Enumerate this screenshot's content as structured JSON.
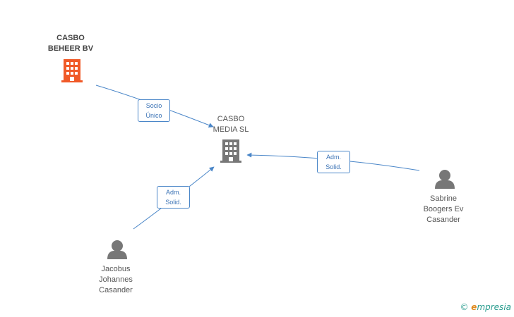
{
  "nodes": {
    "casbo_beheer": {
      "lines": [
        "CASBO",
        "BEHEER BV"
      ],
      "icon": "building-icon",
      "color": "#f05a28"
    },
    "casbo_media": {
      "lines": [
        "CASBO",
        "MEDIA SL"
      ],
      "icon": "building-icon",
      "color": "#777777"
    },
    "sabrine": {
      "lines": [
        "Sabrine",
        "Boogers Ev",
        "Casander"
      ],
      "icon": "person-icon",
      "color": "#777777"
    },
    "jacobus": {
      "lines": [
        "Jacobus",
        "Johannes",
        "Casander"
      ],
      "icon": "person-icon",
      "color": "#777777"
    }
  },
  "edges": {
    "beheer_to_media": {
      "lines": [
        "Socio",
        "Único"
      ]
    },
    "sabrine_to_media": {
      "lines": [
        "Adm.",
        "Solid."
      ]
    },
    "jacobus_to_media": {
      "lines": [
        "Adm.",
        "Solid."
      ]
    }
  },
  "colors": {
    "edge": "#4a86c8"
  },
  "brand": {
    "copyright": "©",
    "e": "e",
    "rest": "mpresia"
  }
}
